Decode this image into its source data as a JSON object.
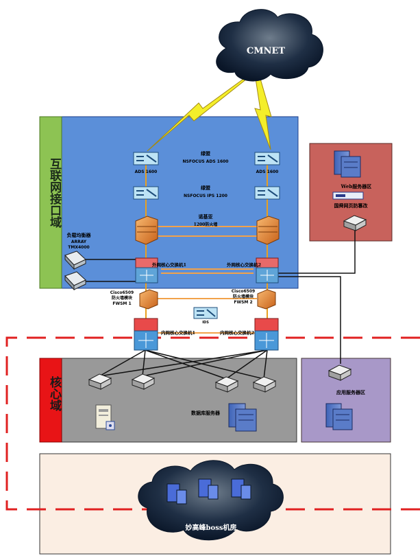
{
  "colors": {
    "internet_zone": "#5b8fd9",
    "internet_band": "#8dc353",
    "core_zone": "#999999",
    "core_band": "#e81416",
    "web_zone": "#c8625c",
    "app_zone": "#a898c8",
    "boss_zone": "#fbeee3",
    "dash": "#e02020"
  },
  "cloud": {
    "label": "CMNET"
  },
  "zones": {
    "internet": "互联网接口域",
    "core": "核心域"
  },
  "labels": {
    "ads_pair_title": "绿盟",
    "ads_pair_model": "NSFOCUS ADS 1600",
    "ips_pair_title": "绿盟",
    "ips_pair_model": "NSFOCUS IPS 1200",
    "fw_pair_title": "诺基亚",
    "fw_pair_model": "1200防火墙",
    "ads_left": "ADS 1600",
    "ads_right": "ADS 1600",
    "lb_title": "负载均衡器",
    "lb_brand": "ARRAY",
    "lb_model": "TMX4000",
    "ext_core_1": "外网核心交换机1",
    "ext_core_2": "外网核心交换机2",
    "fwsm_left_1": "Cisco6509",
    "fwsm_left_2": "防火墙模块",
    "fwsm_left_3": "FWSM 1",
    "fwsm_right_1": "Cisco6509",
    "fwsm_right_2": "防火墙模块",
    "fwsm_right_3": "FWSM 2",
    "ids": "IDS",
    "int_core_1": "内网核心交换机1",
    "int_core_2": "内网核心交换机2",
    "db_server": "数据库服务器",
    "web_zone": "Web服务器区",
    "anti_tamper": "国舜网页防篡改",
    "app_zone": "应用服务器区",
    "boss_room": "妙高峰boss机房"
  }
}
